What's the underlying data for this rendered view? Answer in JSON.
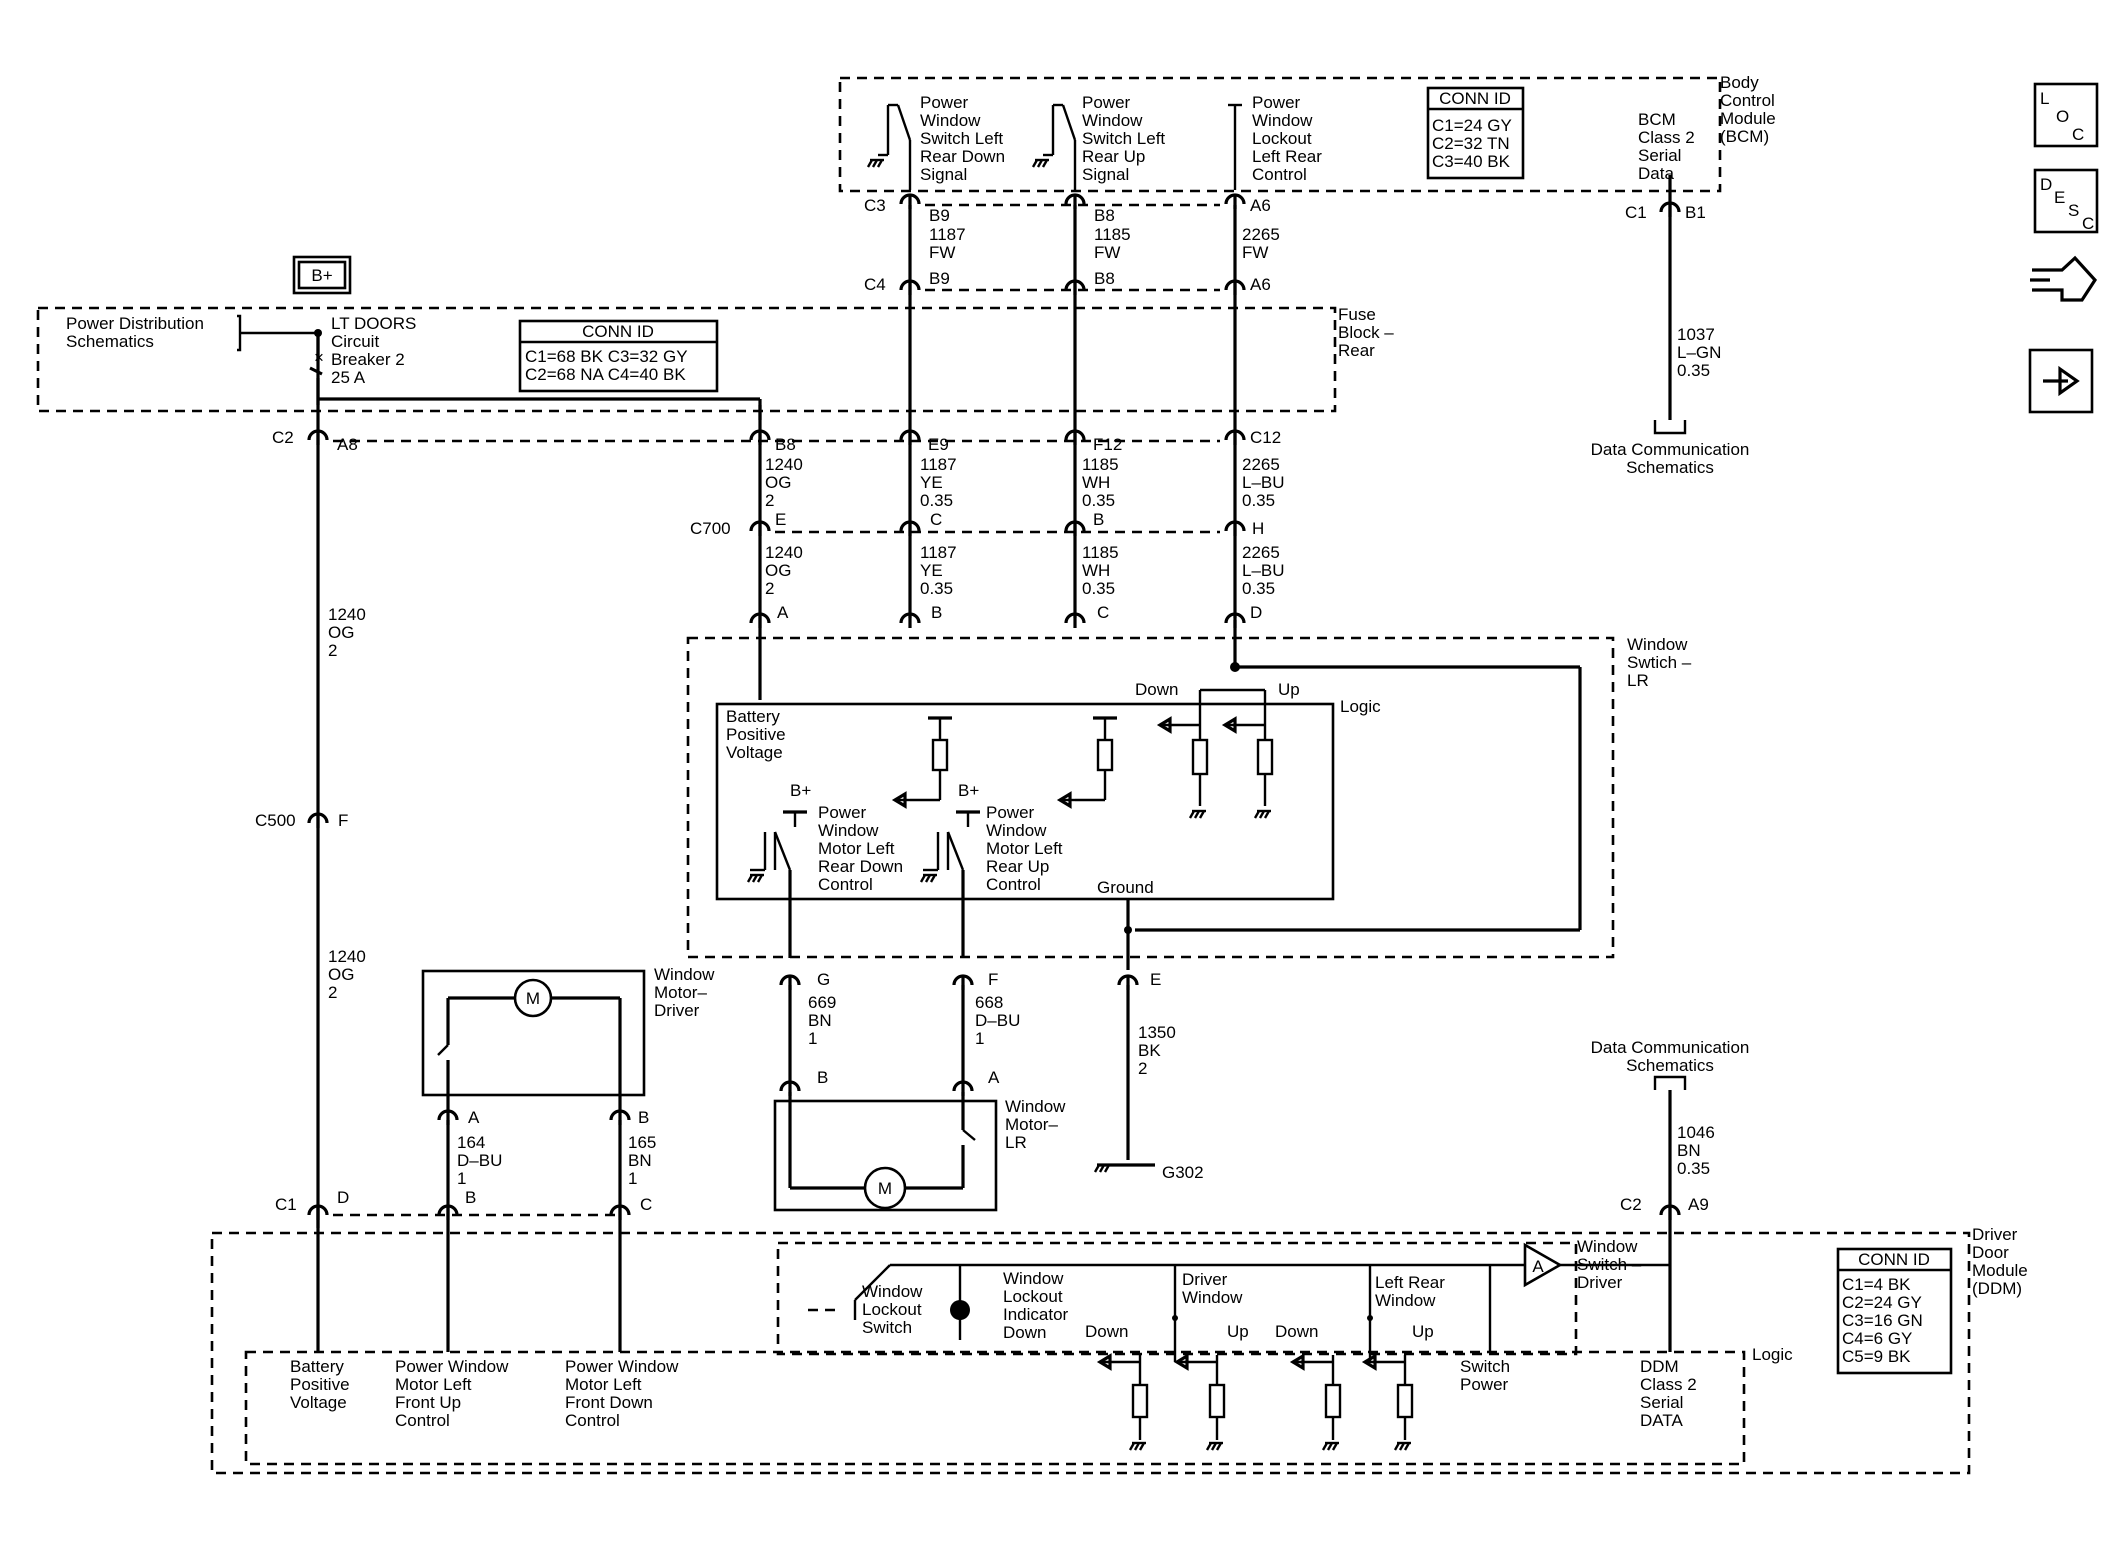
{
  "modules": {
    "bcm": [
      "Body",
      "Control",
      "Module",
      "(BCM)"
    ],
    "fuse_block": [
      "Fuse",
      "Block –",
      "Rear"
    ],
    "window_switch_lr": [
      "Window",
      "Swtich –",
      "LR"
    ],
    "ddm": [
      "Driver",
      "Door",
      "Module",
      "(DDM)"
    ],
    "window_switch_driver": [
      "Window",
      "Switch –",
      "Driver"
    ]
  },
  "bcm_signals": {
    "rear_down": [
      "Power",
      "Window",
      "Switch Left",
      "Rear Down",
      "Signal"
    ],
    "rear_up": [
      "Power",
      "Window",
      "Switch Left",
      "Rear Up",
      "Signal"
    ],
    "lockout": [
      "Power",
      "Window",
      "Lockout",
      "Left Rear",
      "Control"
    ],
    "class2": [
      "BCM",
      "Class 2",
      "Serial",
      "Data"
    ]
  },
  "conn_ids": {
    "bcm": {
      "title": "CONN ID",
      "lines": [
        "C1=24 GY",
        "C2=32 TN",
        "C3=40 BK"
      ]
    },
    "fuse": {
      "title": "CONN ID",
      "lines": [
        "C1=68 BK   C3=32 GY",
        "C2=68 NA   C4=40 BK"
      ]
    },
    "ddm": {
      "title": "CONN ID",
      "lines": [
        "C1=4 BK",
        "C2=24 GY",
        "C3=16 GN",
        "C4=6 GY",
        "C5=9 BK"
      ]
    }
  },
  "power": {
    "b_plus": "B+",
    "schematics_ref": [
      "Power Distribution",
      "Schematics"
    ],
    "breaker": [
      "LT DOORS",
      "Circuit",
      "Breaker 2",
      "25 A"
    ]
  },
  "connectors": {
    "C3": "C3",
    "C4": "C4",
    "C1": "C1",
    "C2": "C2",
    "C700": "C700",
    "C500": "C500",
    "C1b": "C1",
    "C2b": "C2"
  },
  "pins": {
    "B9": "B9",
    "B8": "B8",
    "A6": "A6",
    "B1": "B1",
    "B9b": "B9",
    "B8b": "B8",
    "A6b": "A6",
    "A8": "A8",
    "B8c": "B8",
    "E9": "E9",
    "F12": "F12",
    "C12": "C12",
    "E": "E",
    "C": "C",
    "B": "B",
    "H": "H",
    "A": "A",
    "Bb": "B",
    "Cb": "C",
    "D": "D",
    "F": "F",
    "G": "G",
    "Fb": "F",
    "Eb": "E",
    "MB": "B",
    "MA": "A",
    "DA": "A",
    "DB": "B",
    "C1D": "D",
    "C1B": "B",
    "C1C": "C",
    "A9": "A9"
  },
  "wires": {
    "w1187_top": [
      "1187",
      "FW"
    ],
    "w1185_top": [
      "1185",
      "FW"
    ],
    "w2265_top": [
      "2265",
      "FW"
    ],
    "w1037": [
      "1037",
      "L–GN",
      "0.35"
    ],
    "w1240_a": [
      "1240",
      "OG",
      "2"
    ],
    "w1187_a": [
      "1187",
      "YE",
      "0.35"
    ],
    "w1185_a": [
      "1185",
      "WH",
      "0.35"
    ],
    "w2265_a": [
      "2265",
      "L–BU",
      "0.35"
    ],
    "w1240_b": [
      "1240",
      "OG",
      "2"
    ],
    "w1187_b": [
      "1187",
      "YE",
      "0.35"
    ],
    "w1185_b": [
      "1185",
      "WH",
      "0.35"
    ],
    "w2265_b": [
      "2265",
      "L–BU",
      "0.35"
    ],
    "w1240_left1": [
      "1240",
      "OG",
      "2"
    ],
    "w1240_left2": [
      "1240",
      "OG",
      "2"
    ],
    "w669": [
      "669",
      "BN",
      "1"
    ],
    "w668": [
      "668",
      "D–BU",
      "1"
    ],
    "w1350": [
      "1350",
      "BK",
      "2"
    ],
    "w164": [
      "164",
      "D–BU",
      "1"
    ],
    "w165": [
      "165",
      "BN",
      "1"
    ],
    "w1046": [
      "1046",
      "BN",
      "0.35"
    ]
  },
  "lr_switch": {
    "bpv": [
      "Battery",
      "Positive",
      "Voltage"
    ],
    "logic": "Logic",
    "down": "Down",
    "up": "Up",
    "bplus1": "B+",
    "bplus2": "B+",
    "motor_down": [
      "Power",
      "Window",
      "Motor Left",
      "Rear Down",
      "Control"
    ],
    "motor_up": [
      "Power",
      "Window",
      "Motor Left",
      "Rear Up",
      "Control"
    ],
    "ground": "Ground"
  },
  "motors": {
    "driver": [
      "Window",
      "Motor–",
      "Driver"
    ],
    "lr": [
      "Window",
      "Motor–",
      "LR"
    ],
    "m": "M",
    "m2": "M"
  },
  "ground_ref": "G302",
  "data_comm_top": [
    "Data Communication",
    "Schematics"
  ],
  "data_comm_bottom": [
    "Data Communication",
    "Schematics"
  ],
  "ddm_labels": {
    "bpv": [
      "Battery",
      "Positive",
      "Voltage"
    ],
    "front_up": [
      "Power Window",
      "Motor Left",
      "Front Up",
      "Control"
    ],
    "front_down": [
      "Power Window",
      "Motor Left",
      "Front Down",
      "Control"
    ],
    "lockout_switch": [
      "Window",
      "Lockout",
      "Switch"
    ],
    "lockout_indicator": [
      "Window",
      "Lockout",
      "Indicator",
      "Down"
    ],
    "driver_window": [
      "Driver",
      "Window"
    ],
    "left_rear_window": [
      "Left Rear",
      "Window"
    ],
    "down1": "Down",
    "up1": "Up",
    "down2": "Down",
    "up2": "Up",
    "switch_power": [
      "Switch",
      "Power"
    ],
    "class2": [
      "DDM",
      "Class 2",
      "Serial",
      "DATA"
    ],
    "logic": "Logic",
    "amp": "A"
  },
  "side_icons": [
    "loc-icon",
    "desc-icon",
    "connector-icon",
    "next-arrow-icon"
  ],
  "side_icon_text": {
    "loc": [
      "L",
      "O",
      "C"
    ],
    "desc": [
      "D",
      "E",
      "S",
      "C"
    ]
  }
}
